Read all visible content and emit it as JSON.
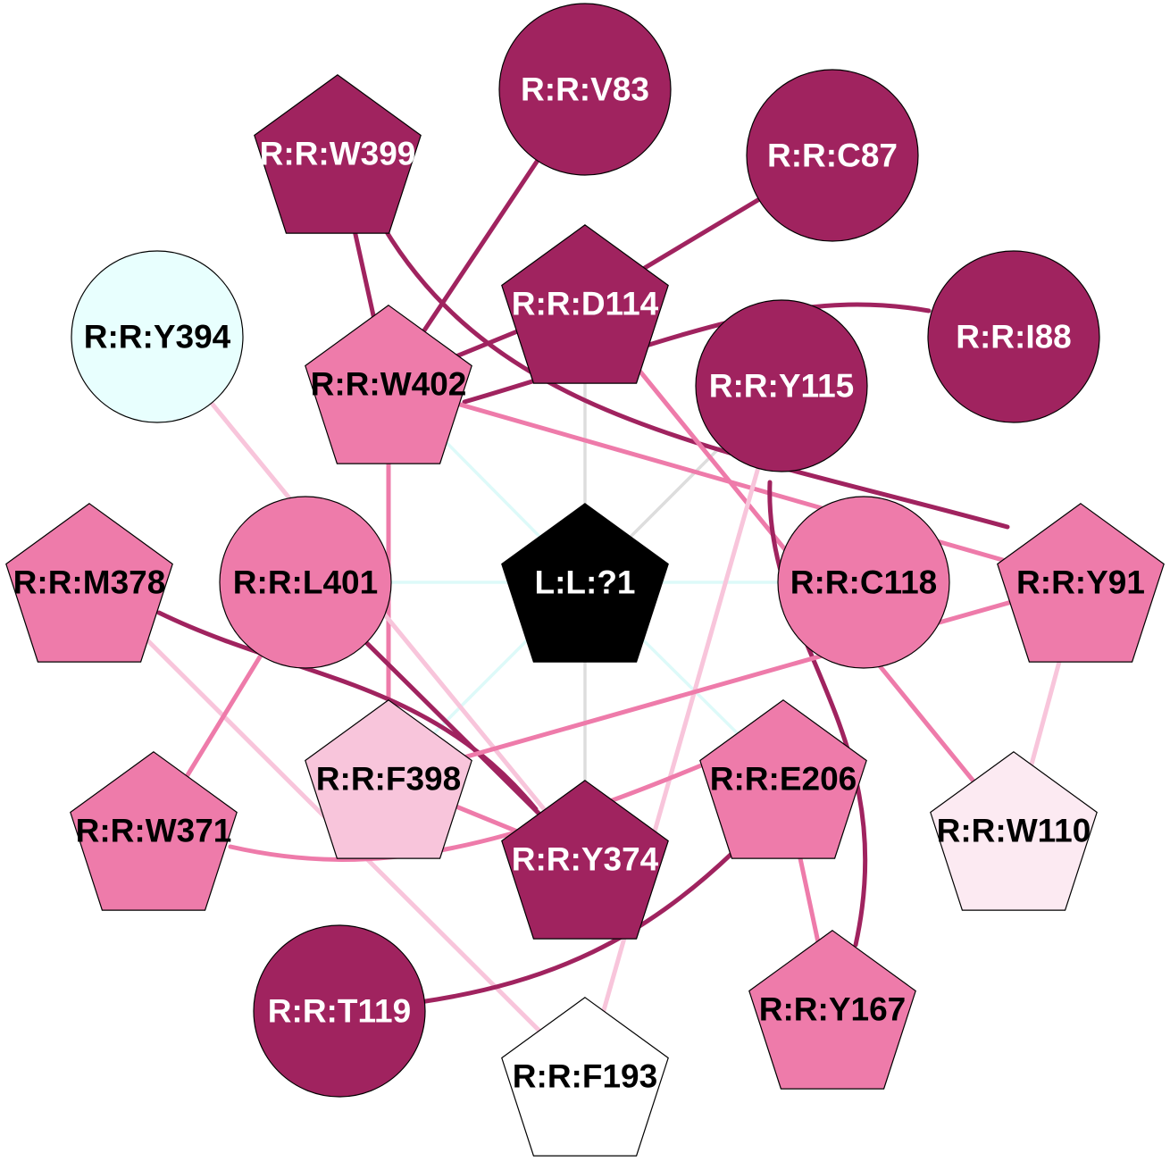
{
  "colors": {
    "dark": "#A0235F",
    "medium": "#EE7BAA",
    "light": "#F8C5DB",
    "pale": "#FCEAF2",
    "white": "#FFFFFF",
    "cyan": "#E8FFFE",
    "black": "#000000",
    "gray_edge": "#DDDDDD",
    "cyan_edge": "#DDFAF9"
  },
  "nodes": [
    {
      "id": "L:L:?1",
      "label": "L:L:?1",
      "shape": "pentagon",
      "fill": "black",
      "text": "white"
    },
    {
      "id": "R:R:V83",
      "label": "R:R:V83",
      "shape": "circle",
      "fill": "dark",
      "text": "white"
    },
    {
      "id": "R:R:C87",
      "label": "R:R:C87",
      "shape": "circle",
      "fill": "dark",
      "text": "white"
    },
    {
      "id": "R:R:I88",
      "label": "R:R:I88",
      "shape": "circle",
      "fill": "dark",
      "text": "white"
    },
    {
      "id": "R:R:Y115",
      "label": "R:R:Y115",
      "shape": "circle",
      "fill": "dark",
      "text": "white"
    },
    {
      "id": "R:R:T119",
      "label": "R:R:T119",
      "shape": "circle",
      "fill": "dark",
      "text": "white"
    },
    {
      "id": "R:R:C118",
      "label": "R:R:C118",
      "shape": "circle",
      "fill": "medium",
      "text": "black"
    },
    {
      "id": "R:R:L401",
      "label": "R:R:L401",
      "shape": "circle",
      "fill": "medium",
      "text": "black"
    },
    {
      "id": "R:R:Y394",
      "label": "R:R:Y394",
      "shape": "circle",
      "fill": "cyan",
      "text": "black"
    },
    {
      "id": "R:R:W399",
      "label": "R:R:W399",
      "shape": "pentagon",
      "fill": "dark",
      "text": "white"
    },
    {
      "id": "R:R:D114",
      "label": "R:R:D114",
      "shape": "pentagon",
      "fill": "dark",
      "text": "white"
    },
    {
      "id": "R:R:Y374",
      "label": "R:R:Y374",
      "shape": "pentagon",
      "fill": "dark",
      "text": "white"
    },
    {
      "id": "R:R:W402",
      "label": "R:R:W402",
      "shape": "pentagon",
      "fill": "medium",
      "text": "black"
    },
    {
      "id": "R:R:M378",
      "label": "R:R:M378",
      "shape": "pentagon",
      "fill": "medium",
      "text": "black"
    },
    {
      "id": "R:R:Y91",
      "label": "R:R:Y91",
      "shape": "pentagon",
      "fill": "medium",
      "text": "black"
    },
    {
      "id": "R:R:W371",
      "label": "R:R:W371",
      "shape": "pentagon",
      "fill": "medium",
      "text": "black"
    },
    {
      "id": "R:R:E206",
      "label": "R:R:E206",
      "shape": "pentagon",
      "fill": "medium",
      "text": "black"
    },
    {
      "id": "R:R:Y167",
      "label": "R:R:Y167",
      "shape": "pentagon",
      "fill": "medium",
      "text": "black"
    },
    {
      "id": "R:R:F398",
      "label": "R:R:F398",
      "shape": "pentagon",
      "fill": "light",
      "text": "black"
    },
    {
      "id": "R:R:W110",
      "label": "R:R:W110",
      "shape": "pentagon",
      "fill": "pale",
      "text": "black"
    },
    {
      "id": "R:R:F193",
      "label": "R:R:F193",
      "shape": "pentagon",
      "fill": "white",
      "text": "black"
    }
  ],
  "edges": [
    {
      "source": "L:L:?1",
      "target": "R:R:D114",
      "color": "gray_edge"
    },
    {
      "source": "L:L:?1",
      "target": "R:R:Y115",
      "color": "gray_edge"
    },
    {
      "source": "L:L:?1",
      "target": "R:R:Y374",
      "color": "gray_edge"
    },
    {
      "source": "L:L:?1",
      "target": "R:R:W402",
      "color": "cyan_edge"
    },
    {
      "source": "L:L:?1",
      "target": "R:R:L401",
      "color": "cyan_edge"
    },
    {
      "source": "L:L:?1",
      "target": "R:R:C118",
      "color": "cyan_edge"
    },
    {
      "source": "L:L:?1",
      "target": "R:R:F398",
      "color": "cyan_edge"
    },
    {
      "source": "L:L:?1",
      "target": "R:R:E206",
      "color": "cyan_edge"
    },
    {
      "source": "R:R:V83",
      "target": "R:R:W402",
      "color": "dark"
    },
    {
      "source": "R:R:C87",
      "target": "R:R:D114",
      "color": "dark"
    },
    {
      "source": "R:R:D114",
      "target": "R:R:W402",
      "color": "dark"
    },
    {
      "source": "R:R:I88",
      "target": "R:R:W402",
      "color": "dark"
    },
    {
      "source": "R:R:W399",
      "target": "R:R:W402",
      "color": "dark"
    },
    {
      "source": "R:R:W399",
      "target": "R:R:Y91",
      "color": "dark"
    },
    {
      "source": "R:R:D114",
      "target": "R:R:W110",
      "color": "medium"
    },
    {
      "source": "R:R:W402",
      "target": "R:R:Y91",
      "color": "medium"
    },
    {
      "source": "R:R:W402",
      "target": "R:R:F398",
      "color": "medium"
    },
    {
      "source": "R:R:Y394",
      "target": "R:R:Y374",
      "color": "light"
    },
    {
      "source": "R:R:Y115",
      "target": "R:R:Y167",
      "color": "dark"
    },
    {
      "source": "R:R:Y115",
      "target": "R:R:F193",
      "color": "light"
    },
    {
      "source": "R:R:M378",
      "target": "R:R:Y374",
      "color": "dark"
    },
    {
      "source": "R:R:M378",
      "target": "R:R:F193",
      "color": "light"
    },
    {
      "source": "R:R:L401",
      "target": "R:R:Y374",
      "color": "dark"
    },
    {
      "source": "R:R:L401",
      "target": "R:R:W371",
      "color": "medium"
    },
    {
      "source": "R:R:Y91",
      "target": "R:R:F398",
      "color": "medium"
    },
    {
      "source": "R:R:Y91",
      "target": "R:R:W110",
      "color": "light"
    },
    {
      "source": "R:R:F398",
      "target": "R:R:Y374",
      "color": "medium"
    },
    {
      "source": "R:R:W371",
      "target": "R:R:E206",
      "color": "medium"
    },
    {
      "source": "R:R:E206",
      "target": "R:R:T119",
      "color": "dark"
    },
    {
      "source": "R:R:E206",
      "target": "R:R:Y167",
      "color": "medium"
    }
  ]
}
